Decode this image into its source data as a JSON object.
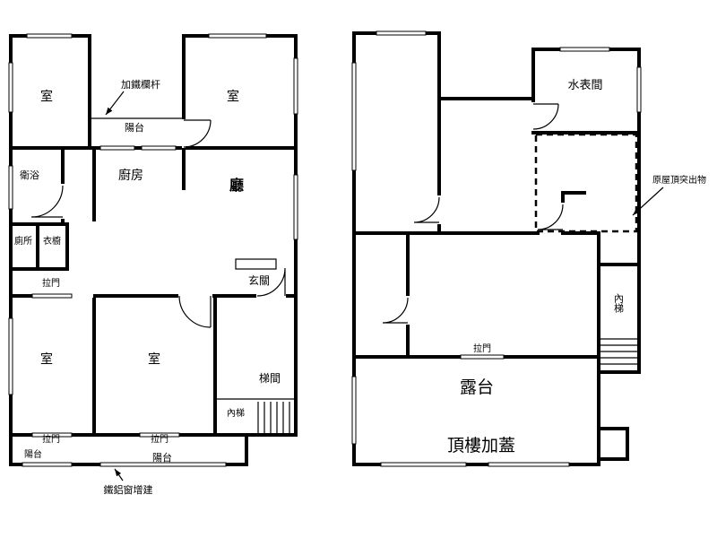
{
  "colors": {
    "wall": "#000000",
    "background": "#ffffff",
    "text": "#000000"
  },
  "left_plan": {
    "labels": {
      "room_top_left": "室",
      "railing_note": "加鐵欄杆",
      "balcony_top": "陽台",
      "room_top_right": "室",
      "bathroom": "衛浴",
      "kitchen": "廚房",
      "living_room": "廳",
      "toilet": "廁所",
      "closet": "衣櫥",
      "sliding_door_closet": "拉門",
      "entryway": "玄關",
      "room_bottom_left": "室",
      "room_bottom_center": "室",
      "stair_hall": "梯間",
      "inner_stair": "內梯",
      "sliding_door_left": "拉門",
      "sliding_door_center": "拉門",
      "balcony_bottom_left": "陽台",
      "balcony_bottom_center": "陽台",
      "window_addition_note": "鐵鋁窗增建"
    }
  },
  "right_plan": {
    "labels": {
      "water_meter_room": "水表間",
      "roof_protrusion_note": "原屋頂突出物",
      "inner_stair": "內梯",
      "sliding_door": "拉門",
      "terrace": "露台",
      "rooftop_addition": "頂樓加蓋"
    }
  }
}
